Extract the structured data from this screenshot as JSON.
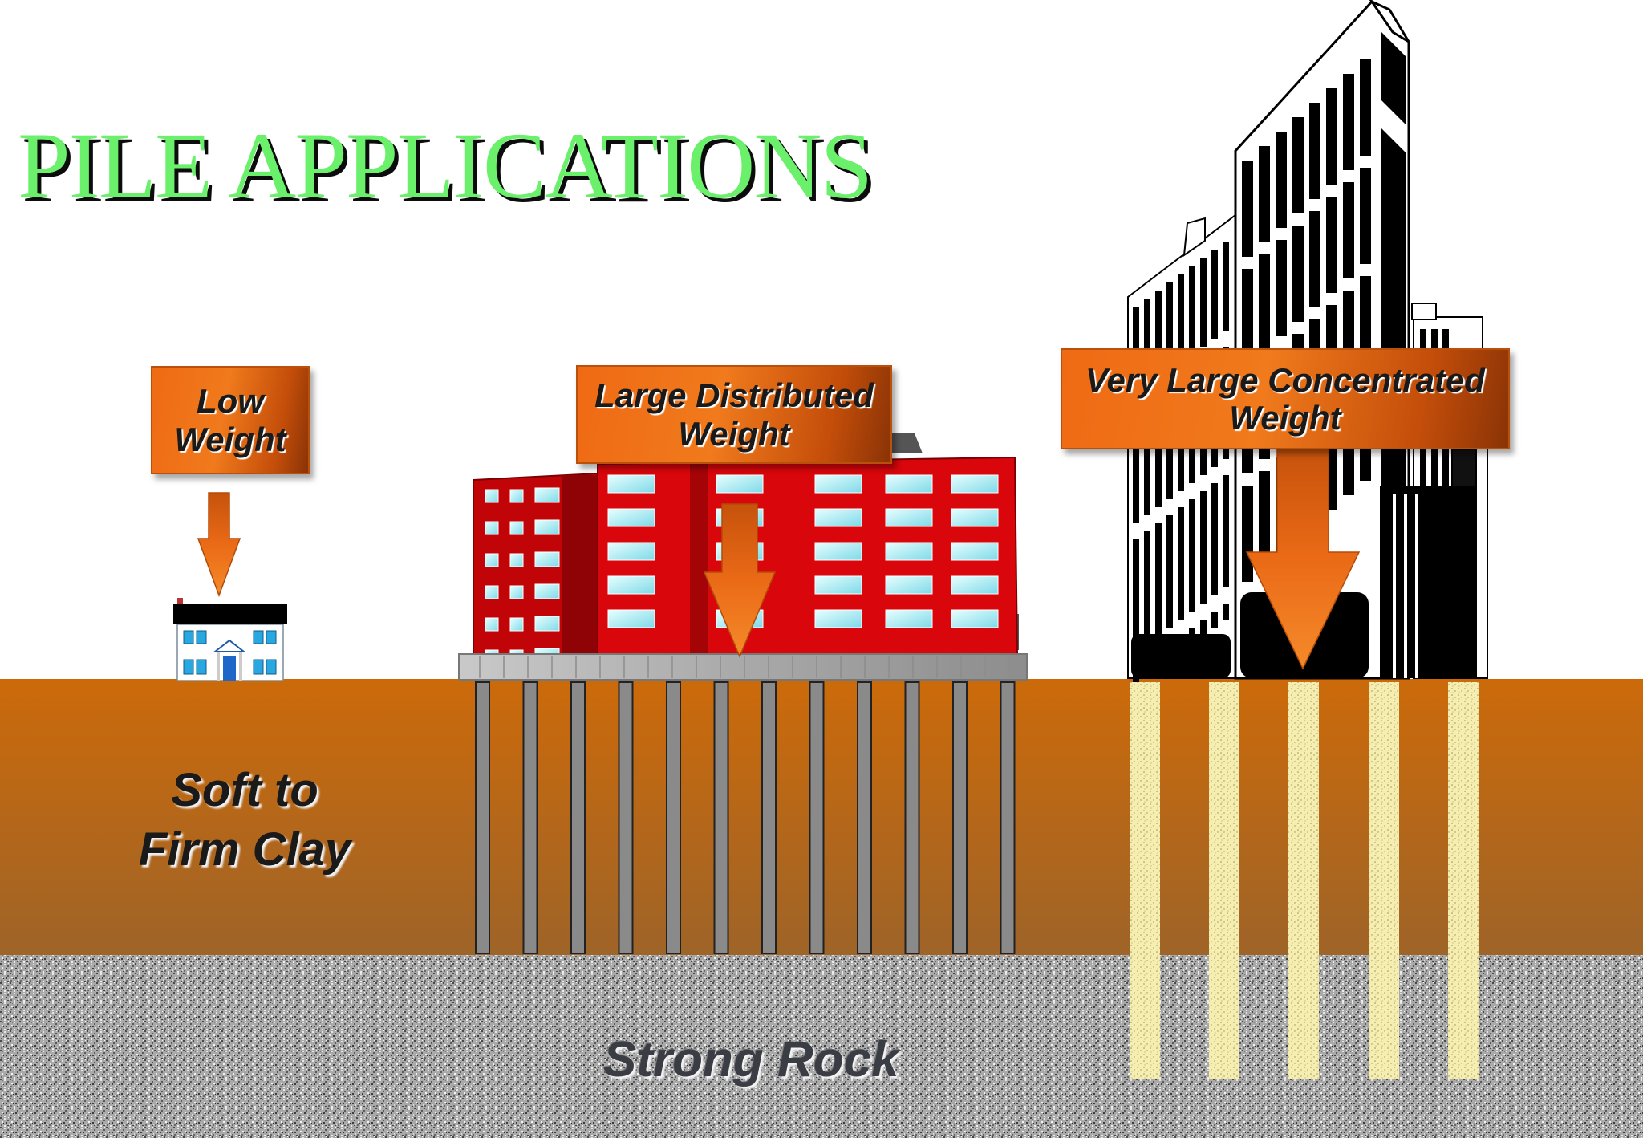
{
  "title": "PILE APPLICATIONS",
  "loads": {
    "low": [
      "Low",
      "Weight"
    ],
    "distributed": [
      "Large Distributed",
      "Weight"
    ],
    "concentrated": [
      "Very Large Concentrated",
      "Weight"
    ]
  },
  "strata": {
    "clay": [
      "Soft to",
      "Firm Clay"
    ],
    "rock": "Strong Rock"
  },
  "colors": {
    "title": "#6bf06b",
    "clay_top": "#cc6a0a",
    "clay_bottom": "#9e6428",
    "arrow": "#ea6a16",
    "red_building": "#d9060b",
    "driven_pile": "#8a8a8a",
    "bored_pile": "#f6eeb0"
  }
}
